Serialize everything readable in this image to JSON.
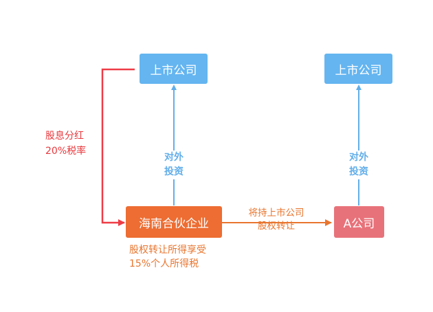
{
  "colors": {
    "blue_box": "#64b5f0",
    "blue_line": "#62aee9",
    "orange_box": "#ed6d32",
    "orange_text": "#e8752e",
    "pink_box": "#e8727a",
    "red_line": "#ee3c45",
    "red_text": "#e8383d"
  },
  "nodes": {
    "listed_company_left": "上市公司",
    "listed_company_right": "上市公司",
    "hainan_partnership": "海南合伙企业",
    "company_a": "A公司"
  },
  "edges": {
    "dividend": {
      "line1": "股息分红",
      "line2": "20%税率"
    },
    "investment_left": {
      "line1": "对外",
      "line2": "投资"
    },
    "investment_right": {
      "line1": "对外",
      "line2": "投资"
    },
    "transfer": {
      "line1": "将持上市公司",
      "line2": "股权转让"
    }
  },
  "notes": {
    "tax_benefit": {
      "line1": "股权转让所得享受",
      "line2": "15%个人所得税"
    }
  }
}
